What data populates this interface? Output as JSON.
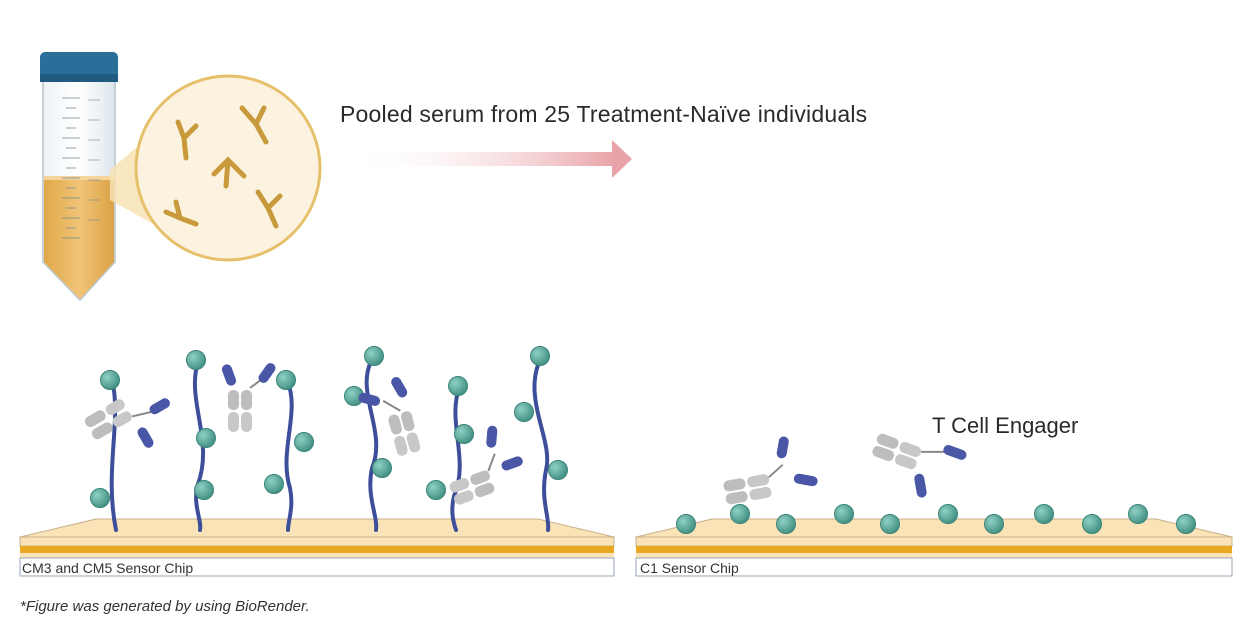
{
  "header": {
    "title": "Pooled serum from 25 Treatment-Naïve individuals"
  },
  "labels": {
    "tce": "T Cell Engager",
    "chip_left": "CM3 and CM5 Sensor Chip",
    "chip_right": "C1 Sensor Chip"
  },
  "footnote": "*Figure was generated by using BioRender.",
  "colors": {
    "tube_cap": "#2a6f9a",
    "serum": "#e8b65c",
    "antibody_gold": "#c99a3c",
    "dextran_strand": "#3d4f9a",
    "bead_teal": "#55a497",
    "tce_gray": "#bdbdbd",
    "tce_blue": "#4a56a6",
    "chip_top": "#fbe3b8",
    "chip_stripe": "#e9a822",
    "arrow": "#e8a3a8"
  },
  "icons": {
    "tube": "falcon-tube-icon",
    "magnifier": "antibody-magnifier-icon",
    "arrow": "right-arrow-icon"
  }
}
